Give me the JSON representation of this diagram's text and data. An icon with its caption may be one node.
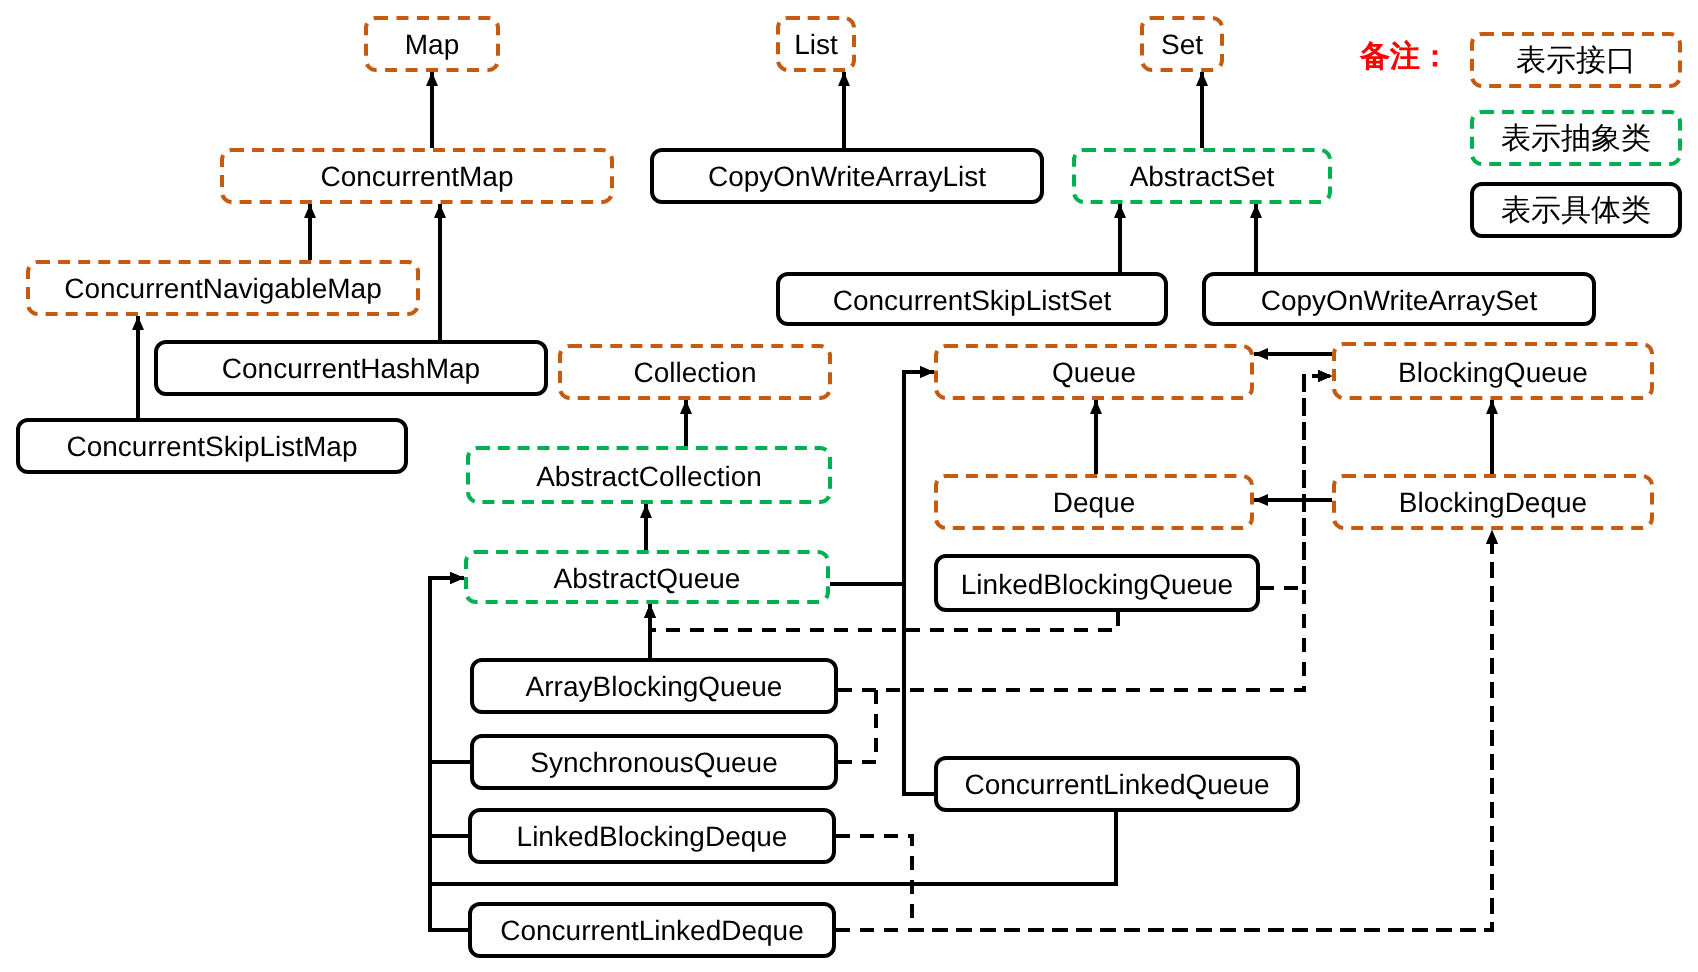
{
  "diagram": {
    "nodes": [
      {
        "text": [
          "Map"
        ]
      },
      {
        "text": [
          "List"
        ]
      },
      {
        "text": [
          "Set"
        ]
      },
      {
        "text": [
          "ConcurrentMap"
        ]
      },
      {
        "text": [
          "CopyOnWriteArrayList"
        ]
      },
      {
        "text": [
          "AbstractSet"
        ]
      },
      {
        "text": [
          "ConcurrentNavigableMap"
        ]
      },
      {
        "text": [
          "ConcurrentSkipListSet"
        ]
      },
      {
        "text": [
          "CopyOnWriteArraySet"
        ]
      },
      {
        "text": [
          "ConcurrentHashMap"
        ]
      },
      {
        "text": [
          "Collection"
        ]
      },
      {
        "text": [
          "Queue"
        ]
      },
      {
        "text": [
          "BlockingQueue"
        ]
      },
      {
        "text": [
          "ConcurrentSkipListMap"
        ]
      },
      {
        "text": [
          "AbstractCollection"
        ]
      },
      {
        "text": [
          "Deque"
        ]
      },
      {
        "text": [
          "BlockingDeque"
        ]
      },
      {
        "text": [
          "AbstractQueue"
        ]
      },
      {
        "text": [
          "LinkedBlockingQueue"
        ]
      },
      {
        "text": [
          "ArrayBlockingQueue"
        ]
      },
      {
        "text": [
          "SynchronousQueue"
        ]
      },
      {
        "text": [
          "ConcurrentLinkedQueue"
        ]
      },
      {
        "text": [
          "LinkedBlockingDeque"
        ]
      },
      {
        "text": [
          "ConcurrentLinkedDeque"
        ]
      }
    ],
    "edges": [
      {
        "from": 3,
        "to": 0,
        "arrow": "to"
      },
      {
        "from": 4,
        "to": 1,
        "arrow": "to"
      },
      {
        "from": 5,
        "to": 2,
        "arrow": "to"
      },
      {
        "from": 6,
        "to": 3,
        "arrow": "to"
      },
      {
        "from": 9,
        "to": 3,
        "arrow": "to"
      },
      {
        "from": 13,
        "to": 6,
        "arrow": "to"
      },
      {
        "from": 7,
        "to": 5,
        "arrow": "to"
      },
      {
        "from": 8,
        "to": 5,
        "arrow": "to"
      },
      {
        "from": 14,
        "to": 10,
        "arrow": "to"
      },
      {
        "from": 17,
        "to": 14,
        "arrow": "to"
      },
      {
        "from": 15,
        "to": 11,
        "arrow": "to"
      },
      {
        "from": 12,
        "to": 11,
        "arrow": "to"
      },
      {
        "from": 16,
        "to": 12,
        "arrow": "to"
      },
      {
        "from": 16,
        "to": 15,
        "arrow": "to"
      },
      {
        "from": 17,
        "to": 11,
        "arrow": "to"
      },
      {
        "from": 21,
        "to": 11,
        "arrow": "to"
      },
      {
        "from": 20,
        "to": 17,
        "arrow": "to"
      },
      {
        "from": 22,
        "to": 17,
        "arrow": "to"
      },
      {
        "from": 23,
        "to": 17,
        "arrow": "to"
      },
      {
        "from": 21,
        "to": 17,
        "arrow": "to"
      },
      {
        "from": 19,
        "to": 17,
        "arrow": "to"
      },
      {
        "from": 18,
        "to": 17,
        "arrow": "to",
        "style": "dashed"
      },
      {
        "from": 18,
        "to": 12,
        "arrow": "to",
        "style": "dashed"
      },
      {
        "from": 19,
        "to": 12,
        "arrow": "to",
        "style": "dashed"
      },
      {
        "from": 20,
        "to": 12,
        "arrow": "to",
        "style": "dashed"
      },
      {
        "from": 22,
        "to": 16,
        "arrow": "to",
        "style": "dashed"
      },
      {
        "from": 23,
        "to": 16,
        "arrow": "to",
        "style": "dashed"
      }
    ],
    "labels": [
      "备注："
    ],
    "legend": [
      {
        "text": "表示接口"
      },
      {
        "text": "表示抽象类"
      },
      {
        "text": "表示具体类"
      }
    ]
  }
}
